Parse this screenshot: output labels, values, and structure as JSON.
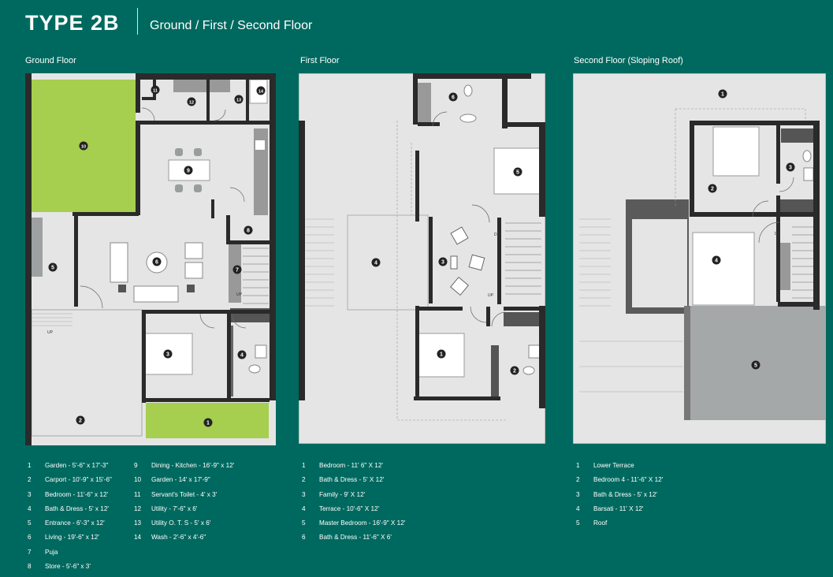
{
  "header": {
    "type_title": "TYPE 2B",
    "floors_subtitle": "Ground / First / Second Floor"
  },
  "floors": {
    "ground": {
      "label": "Ground Floor",
      "legend": [
        {
          "num": "1",
          "text": "Garden - 5'-6\" x 17'-3\""
        },
        {
          "num": "2",
          "text": "Carport - 10'-9\" x 15'-6\""
        },
        {
          "num": "3",
          "text": "Bedroom - 11'-6\" x 12'"
        },
        {
          "num": "4",
          "text": "Bath & Dress - 5' x 12'"
        },
        {
          "num": "5",
          "text": "Entrance - 6'-3\" x 12'"
        },
        {
          "num": "6",
          "text": "Living - 19'-6\" x 12'"
        },
        {
          "num": "7",
          "text": "Puja"
        },
        {
          "num": "8",
          "text": "Store - 5'-6\" x 3'"
        },
        {
          "num": "9",
          "text": "Dining - Kitchen - 16'-9\" x 12'"
        },
        {
          "num": "10",
          "text": "Garden - 14' x 17'-9\""
        },
        {
          "num": "11",
          "text": "Servant's Toilet - 4' x 3'"
        },
        {
          "num": "12",
          "text": "Utility - 7'-6\" x 6'"
        },
        {
          "num": "13",
          "text": "Utility O. T. S - 5' x 6'"
        },
        {
          "num": "14",
          "text": "Wash - 2'-6\" x 4'-6\""
        }
      ],
      "marks": {
        "up": "UP"
      }
    },
    "first": {
      "label": "First Floor",
      "legend": [
        {
          "num": "1",
          "text": "Bedroom - 11' 6\" X 12'"
        },
        {
          "num": "2",
          "text": "Bath & Dress - 5' X 12'"
        },
        {
          "num": "3",
          "text": "Family - 9' X 12'"
        },
        {
          "num": "4",
          "text": "Terrace - 10'-6\" X 12'"
        },
        {
          "num": "5",
          "text": "Master Bedroom - 16'-9\" X 12'"
        },
        {
          "num": "6",
          "text": "Bath & Dress - 11'-6\" X 6'"
        }
      ],
      "marks": {
        "up": "UP",
        "dn": "DN"
      }
    },
    "second": {
      "label": "Second Floor (Sloping Roof)",
      "legend": [
        {
          "num": "1",
          "text": "Lower Terrace"
        },
        {
          "num": "2",
          "text": "Bedroom 4 - 11'-6\" X 12'"
        },
        {
          "num": "3",
          "text": "Bath & Dress - 5' x 12'"
        },
        {
          "num": "4",
          "text": "Barsati - 11' X 12'"
        },
        {
          "num": "5",
          "text": "Roof"
        }
      ],
      "marks": {
        "dn": "DN"
      }
    }
  },
  "colors": {
    "background": "#00695f",
    "garden": "#a6ce4f",
    "floor": "#e4e5e4",
    "wall": "#2a2a2a",
    "roof": "#a5a8a9"
  }
}
